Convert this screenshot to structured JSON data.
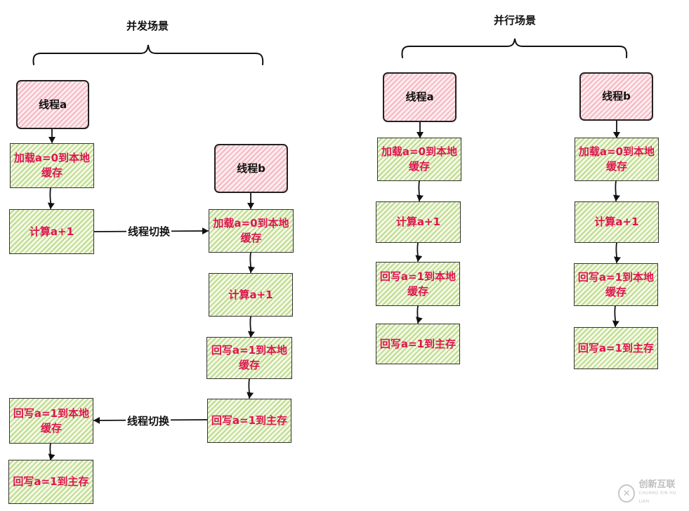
{
  "concurrent": {
    "title": "并发场景",
    "thread_a": "线程a",
    "thread_b": "线程b",
    "switch_label": "线程切换",
    "a_steps": [
      "加载a=0到本地缓存",
      "计算a+1",
      "回写a=1到本地缓存",
      "回写a=1到主存"
    ],
    "b_steps": [
      "加载a=0到本地缓存",
      "计算a+1",
      "回写a=1到本地缓存",
      "回写a=1到主存"
    ]
  },
  "parallel": {
    "title": "并行场景",
    "thread_a": "线程a",
    "thread_b": "线程b",
    "a_steps": [
      "加载a=0到本地缓存",
      "计算a+1",
      "回写a=1到本地缓存",
      "回写a=1到主存"
    ],
    "b_steps": [
      "加载a=0到本地缓存",
      "计算a+1",
      "回写a=1到本地缓存",
      "回写a=1到主存"
    ]
  },
  "watermark": {
    "logo": "创新互联",
    "subtext": "CHUANG XIN HU LIAN"
  },
  "colors": {
    "step_text": "#e0144f",
    "step_fill": "#bedb8d",
    "thread_fill": "#f5b7c1"
  }
}
